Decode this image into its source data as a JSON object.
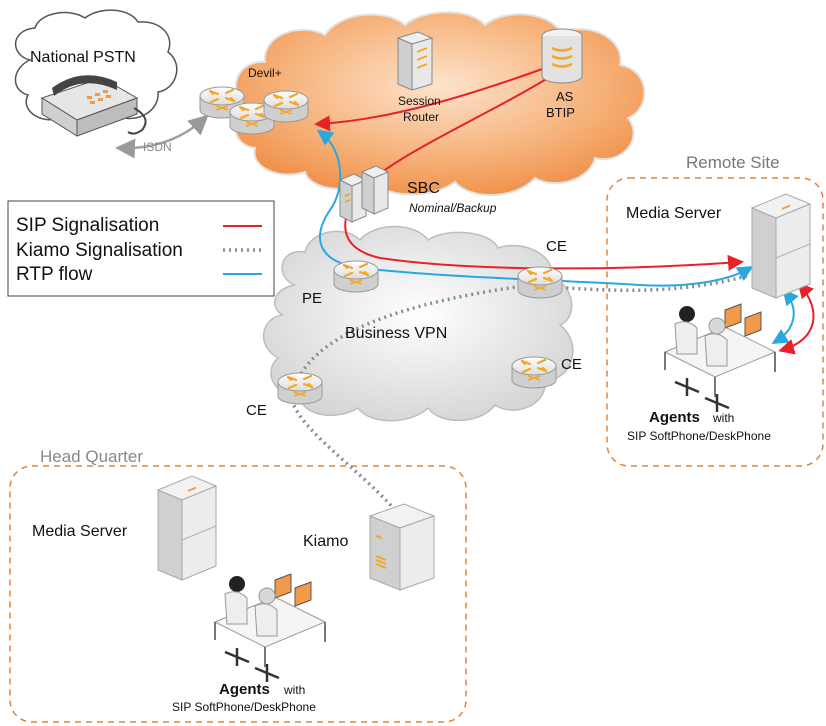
{
  "clouds": {
    "pstn": "National PSTN",
    "isdn": "ISDN",
    "devil": "Devil+",
    "session_router_line1": "Session",
    "session_router_line2": "Router",
    "as_line1": "AS",
    "as_line2": "BTIP",
    "sbc": "SBC",
    "sbc_sub": "Nominal/Backup",
    "vpn": "Business VPN"
  },
  "nodes": {
    "pe": "PE",
    "ce_top": "CE",
    "ce_right": "CE",
    "ce_left": "CE"
  },
  "legend": {
    "items": [
      {
        "label": "SIP Signalisation",
        "color": "#e8202a",
        "style": "solid"
      },
      {
        "label": "Kiamo Signalisation",
        "color": "#8c8c8c",
        "style": "dotted"
      },
      {
        "label": "RTP flow",
        "color": "#29a8e0",
        "style": "solid"
      }
    ]
  },
  "remote_site": {
    "title": "Remote Site",
    "media_server": "Media Server",
    "agents_bold": "Agents",
    "agents_with": "with",
    "agents_sub": "SIP SoftPhone/DeskPhone"
  },
  "head_quarter": {
    "title": "Head Quarter",
    "media_server": "Media Server",
    "kiamo": "Kiamo",
    "agents_bold": "Agents",
    "agents_with": "with",
    "agents_sub": "SIP SoftPhone/DeskPhone"
  },
  "colors": {
    "orange": "#f29a4a",
    "orange_border": "#e0e0e0",
    "site_border": "#e8803a",
    "sip": "#e8202a",
    "rtp": "#29a8e0",
    "kiamo": "#8c8c8c"
  }
}
